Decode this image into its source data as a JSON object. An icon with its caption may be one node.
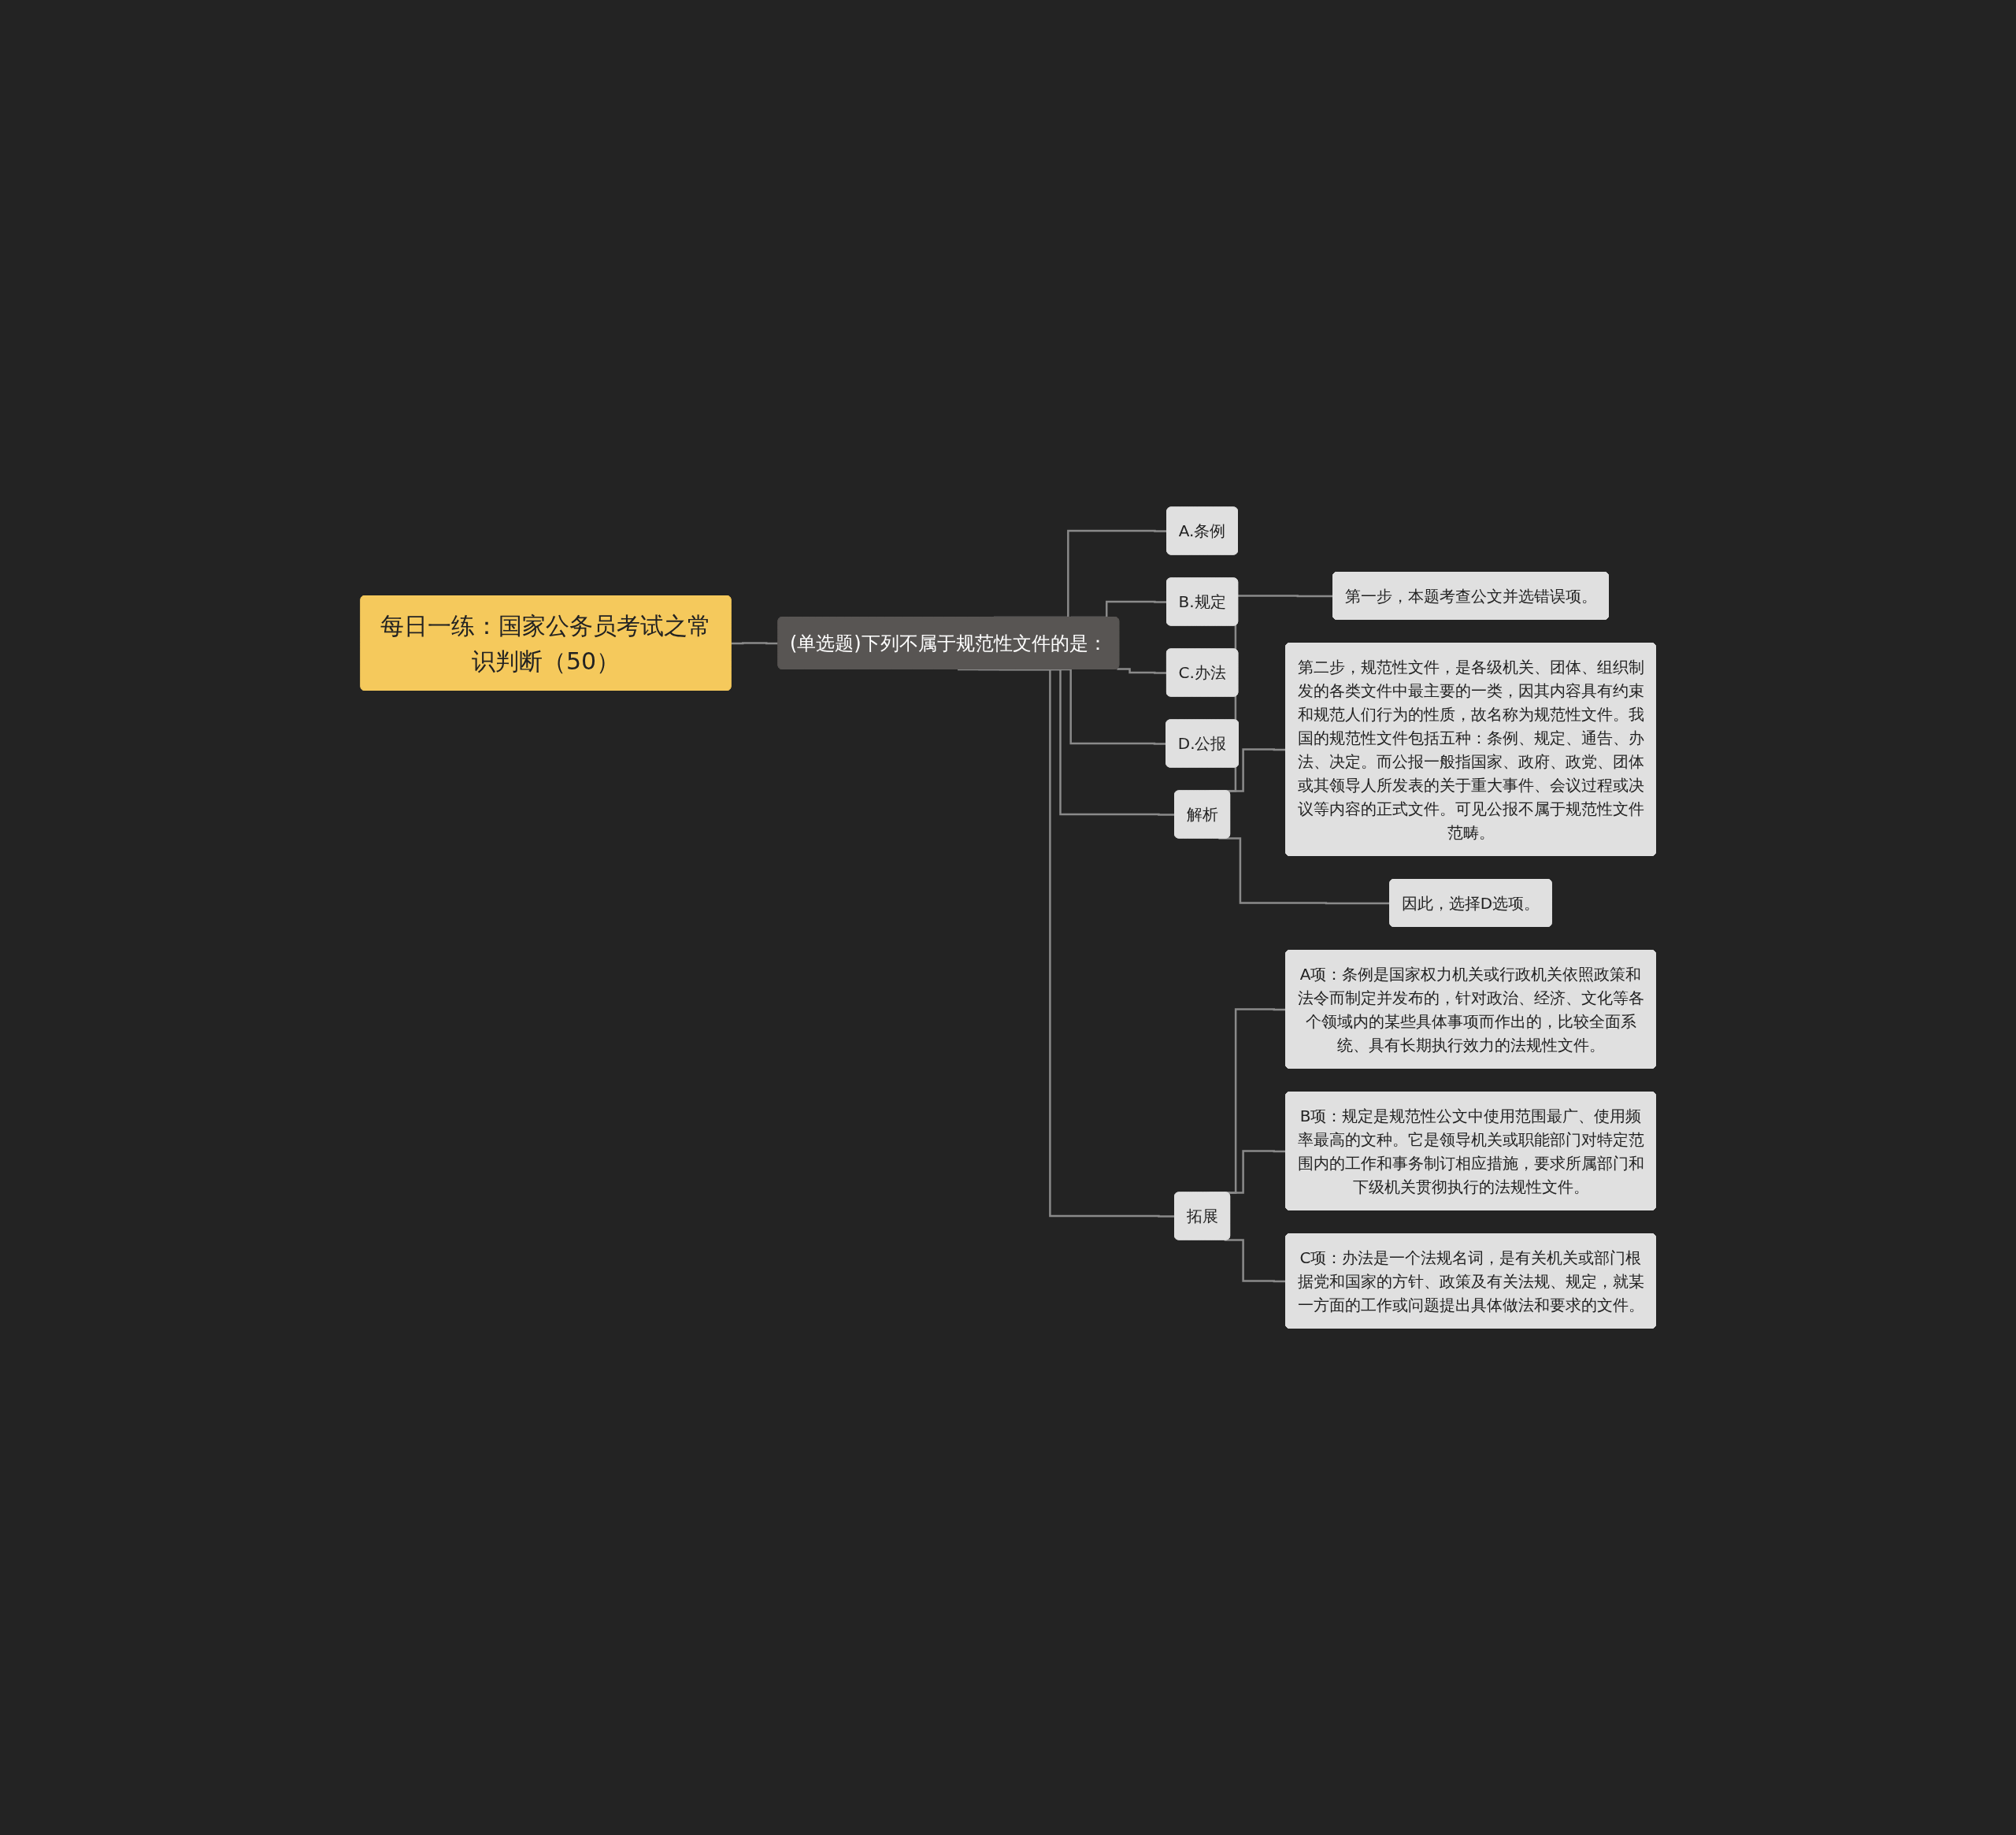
{
  "diagram": {
    "nodes": [
      {
        "text": [
          "每日一练：国家公务员考试之常识判断（50）"
        ]
      },
      {
        "text": [
          "(单选题)下列不属于规范性文件的是："
        ]
      },
      {
        "text": [
          "A.条例"
        ]
      },
      {
        "text": [
          "B.规定"
        ]
      },
      {
        "text": [
          "C.办法"
        ]
      },
      {
        "text": [
          "D.公报"
        ]
      },
      {
        "text": [
          "解析"
        ]
      },
      {
        "text": [
          "第一步，本题考查公文并选错误项。"
        ]
      },
      {
        "text": [
          "第二步，规范性文件，是各级机关、团体、组织制发的各类文件中最主要的一类，因其内容具有约束和规范人们行为的性质，故名称为规范性文件。我国的规范性文件包括五种：条例、规定、通告、办法、决定。而公报一般指国家、政府、政党、团体或其领导人所发表的关于重大事件、会议过程或决议等内容的正式文件。可见公报不属于规范性文件范畴。"
        ]
      },
      {
        "text": [
          "因此，选择D选项。"
        ]
      },
      {
        "text": [
          "拓展"
        ]
      },
      {
        "text": [
          "A项：条例是国家权力机关或行政机关依照政策和法令而制定并发布的，针对政治、经济、文化等各个领域内的某些具体事项而作出的，比较全面系统、具有长期执行效力的法规性文件。"
        ]
      },
      {
        "text": [
          "B项：规定是规范性公文中使用范围最广、使用频率最高的文种。它是领导机关或职能部门对特定范围内的工作和事务制订相应措施，要求所属部门和下级机关贯彻执行的法规性文件。"
        ]
      },
      {
        "text": [
          "C项：办法是一个法规名词，是有关机关或部门根据党和国家的方针、政策及有关法规、规定，就某一方面的工作或问题提出具体做法和要求的文件。"
        ]
      }
    ],
    "edges": [
      {
        "from": 0,
        "to": 1,
        "arrow": "none"
      },
      {
        "from": 1,
        "to": 2,
        "arrow": "none"
      },
      {
        "from": 1,
        "to": 3,
        "arrow": "none"
      },
      {
        "from": 1,
        "to": 4,
        "arrow": "none"
      },
      {
        "from": 1,
        "to": 5,
        "arrow": "none"
      },
      {
        "from": 1,
        "to": 6,
        "arrow": "none"
      },
      {
        "from": 6,
        "to": 7,
        "arrow": "none"
      },
      {
        "from": 6,
        "to": 8,
        "arrow": "none"
      },
      {
        "from": 6,
        "to": 9,
        "arrow": "none"
      },
      {
        "from": 1,
        "to": 10,
        "arrow": "none"
      },
      {
        "from": 10,
        "to": 11,
        "arrow": "none"
      },
      {
        "from": 10,
        "to": 12,
        "arrow": "none"
      },
      {
        "from": 10,
        "to": 13,
        "arrow": "none"
      }
    ]
  }
}
